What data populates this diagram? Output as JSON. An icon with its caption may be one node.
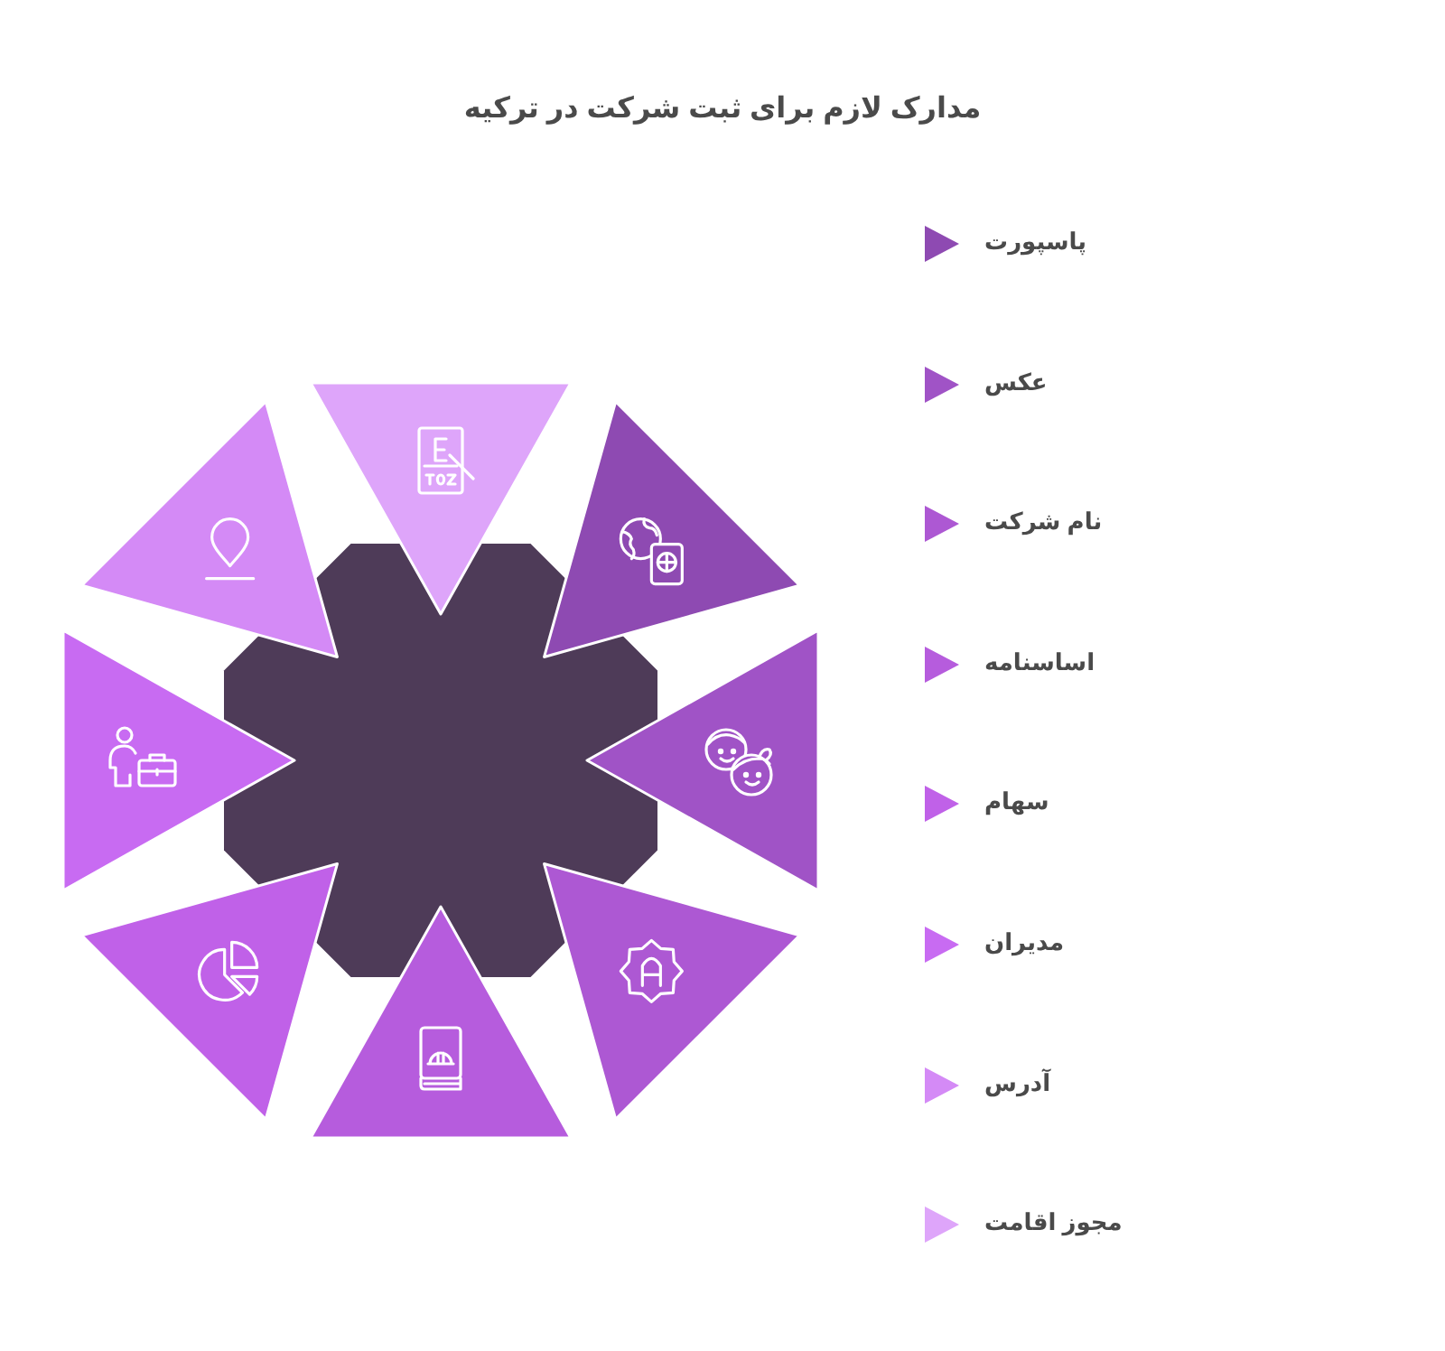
{
  "diagram": {
    "title": "مدارک لازم برای ثبت شرکت در ترکیه",
    "legend": [
      {
        "text": "پاسپورت",
        "color": "#8e4ab2"
      },
      {
        "text": "عکس",
        "color": "#a053c6"
      },
      {
        "text": "نام شرکت",
        "color": "#ad58d3"
      },
      {
        "text": "اساسنامه",
        "color": "#b65cdd"
      },
      {
        "text": "سهام",
        "color": "#c061e8"
      },
      {
        "text": "مدیران",
        "color": "#c86bf2"
      },
      {
        "text": "آدرس",
        "color": "#d48af6"
      },
      {
        "text": "مجوز اقامت",
        "color": "#dea5fa"
      }
    ]
  }
}
